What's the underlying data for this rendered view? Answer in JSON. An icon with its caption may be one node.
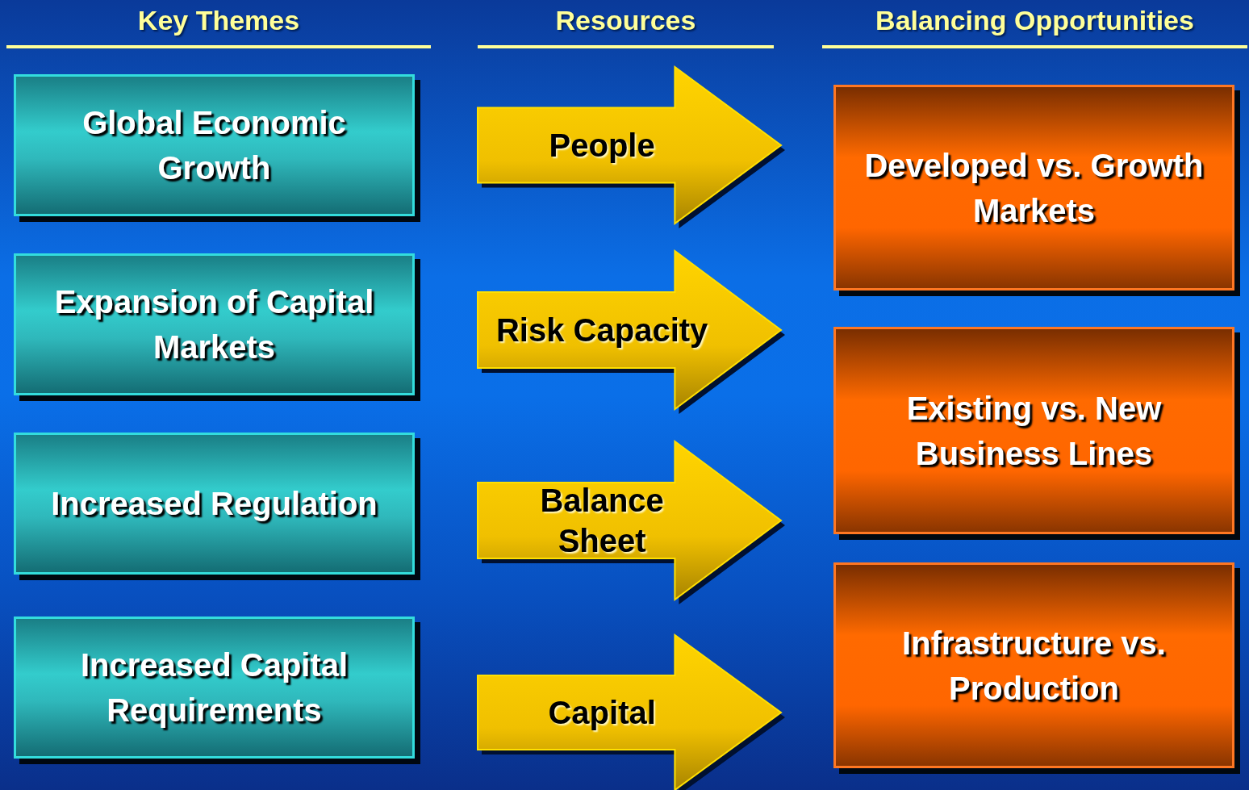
{
  "diagram": {
    "nodes": [
      {
        "text": [
          "Global Economic Growth"
        ]
      },
      {
        "text": [
          "Expansion of Capital Markets"
        ]
      },
      {
        "text": [
          "Increased Regulation"
        ]
      },
      {
        "text": [
          "Increased Capital Requirements"
        ]
      },
      {
        "text": [
          "People"
        ]
      },
      {
        "text": [
          "Risk Capacity"
        ]
      },
      {
        "text": [
          "Balance Sheet"
        ]
      },
      {
        "text": [
          "Capital"
        ]
      },
      {
        "text": [
          "Developed vs. Growth Markets"
        ]
      },
      {
        "text": [
          "Existing vs. New Business Lines"
        ]
      },
      {
        "text": [
          "Infrastructure vs. Production"
        ]
      }
    ],
    "labels": [
      "Key Themes",
      "Resources",
      "Balancing Opportunities"
    ]
  }
}
